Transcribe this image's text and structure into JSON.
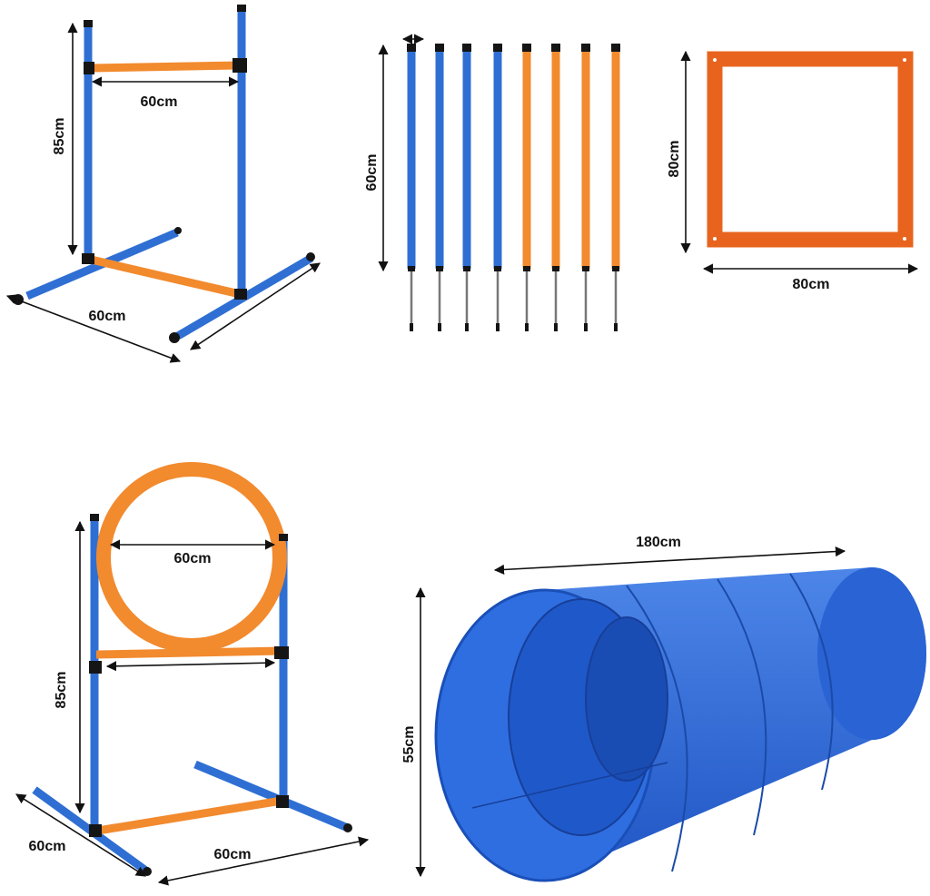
{
  "colors": {
    "blue": "#2f6fd3",
    "orange": "#f28a2e",
    "square_orange": "#e8641e",
    "tunnel_blue": "#2a66d9"
  },
  "hurdle": {
    "height_label": "85cm",
    "bar_width_label": "60cm",
    "base_depth_label": "60cm"
  },
  "weave_poles": {
    "height_label": "60cm",
    "count": 8,
    "blue_count": 4,
    "orange_count": 4
  },
  "square_frame": {
    "height_label": "80cm",
    "width_label": "80cm"
  },
  "tire_jump": {
    "ring_diameter_label": "60cm",
    "height_label": "85cm",
    "base_depth_label": "60cm",
    "base_width_label": "60cm"
  },
  "tunnel": {
    "length_label": "180cm",
    "diameter_label": "55cm"
  }
}
